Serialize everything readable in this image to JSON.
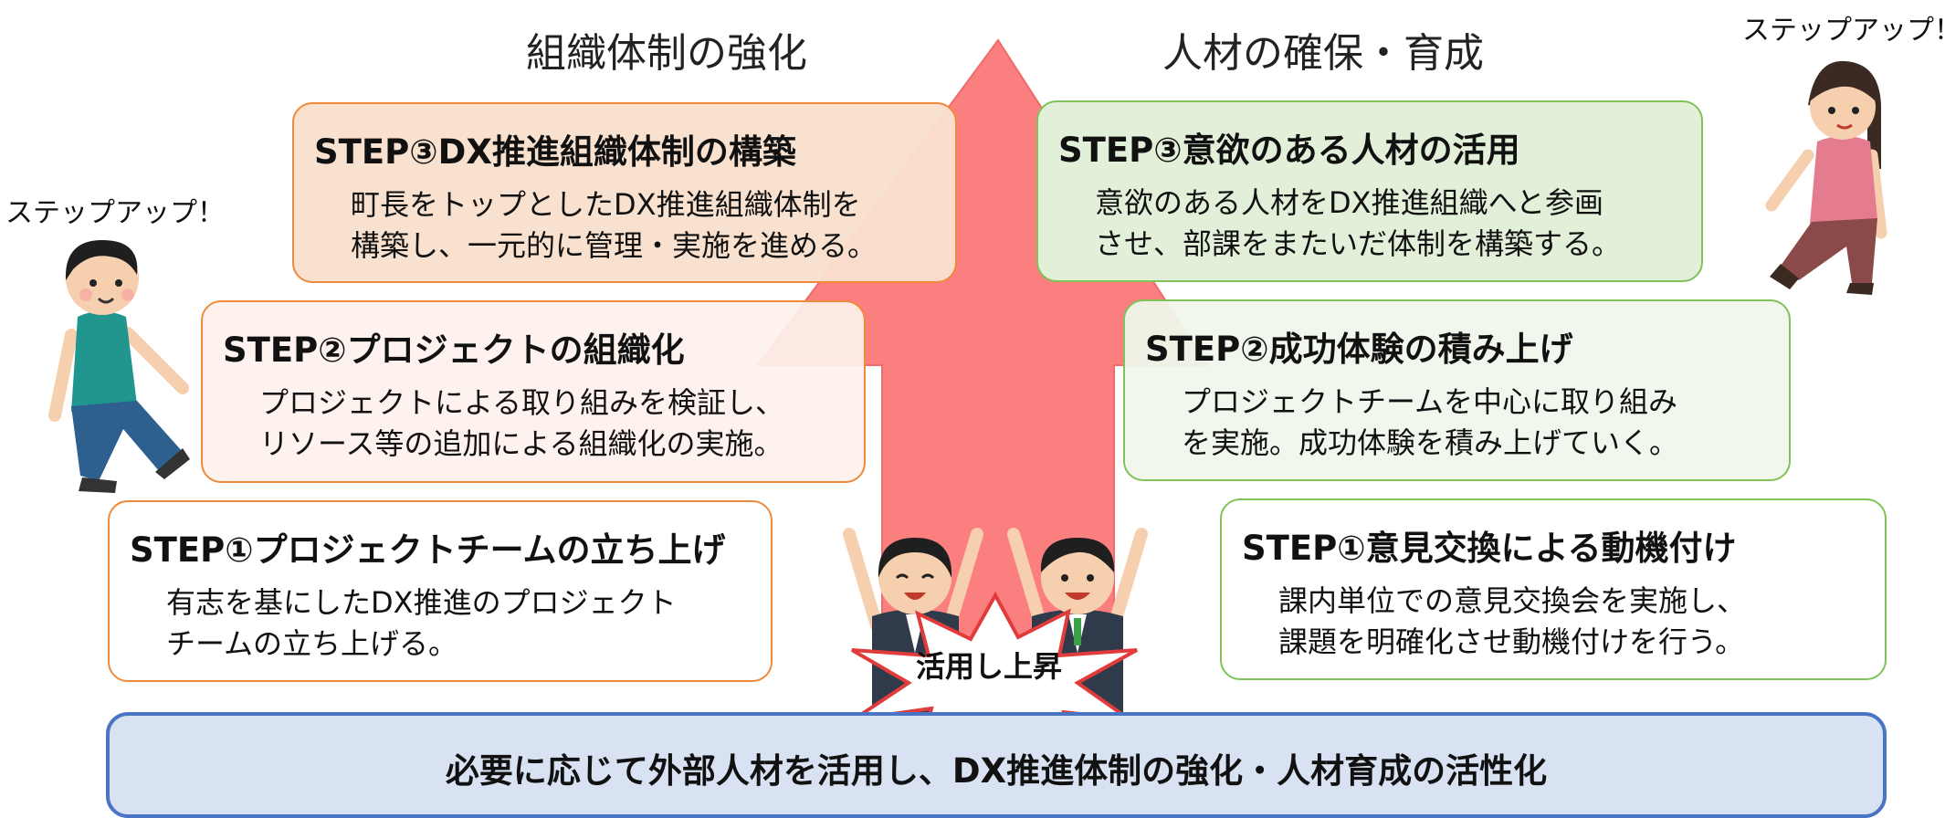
{
  "columns": {
    "left_title": "組織体制の強化",
    "right_title": "人材の確保・育成"
  },
  "left_steps": [
    {
      "title": "STEP③DX推進組織体制の構築",
      "lines": [
        "町長をトップとしたDX推進組織体制を",
        "構築し、一元的に管理・実施を進める。"
      ]
    },
    {
      "title": "STEP②プロジェクトの組織化",
      "lines": [
        "プロジェクトによる取り組みを検証し、",
        "リソース等の追加による組織化の実施。"
      ]
    },
    {
      "title": "STEP①プロジェクトチームの立ち上げ",
      "lines": [
        "有志を基にしたDX推進のプロジェクト",
        "チームの立ち上げる。"
      ]
    }
  ],
  "right_steps": [
    {
      "title": "STEP③意欲のある人材の活用",
      "lines": [
        "意欲のある人材をDX推進組織へと参画",
        "させ、部課をまたいだ体制を構築する。"
      ]
    },
    {
      "title": "STEP②成功体験の積み上げ",
      "lines": [
        "プロジェクトチームを中心に取り組み",
        "を実施。成功体験を積み上げていく。"
      ]
    },
    {
      "title": "STEP①意見交換による動機付け",
      "lines": [
        "課内単位での意見交換会を実施し、",
        "課題を明確化させ動機付けを行う。"
      ]
    }
  ],
  "stepup_left": "ステップアップ！",
  "stepup_right": "ステップアップ！",
  "burst_label": "活用し上昇",
  "bottom_banner": "必要に応じて外部人材を活用し、DX推進体制の強化・人材育成の活性化",
  "colors": {
    "arrow": "#fc7f7f",
    "orange_border": "#ef8a3a",
    "green_border": "#7fc25a",
    "banner_fill": "#d9e2f2",
    "banner_border": "#4a74c4"
  }
}
